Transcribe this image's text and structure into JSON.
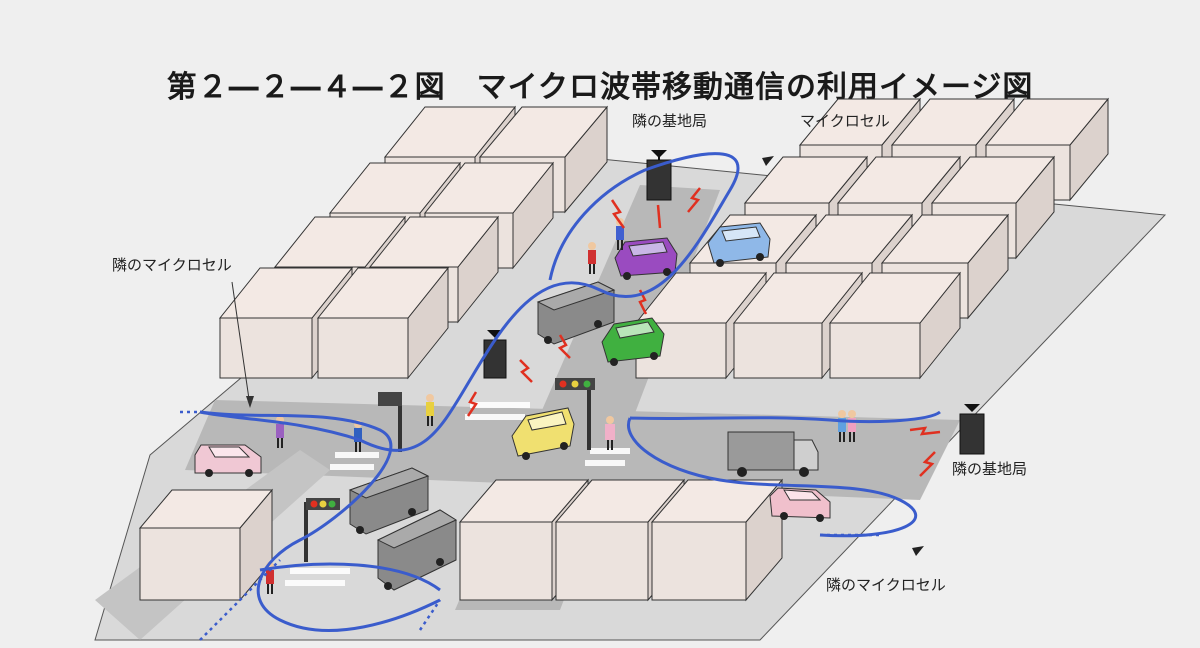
{
  "title": "第２―２―４―２図　マイクロ波帯移動通信の利用イメージ図",
  "labels": {
    "top_base_station": "隣の基地局",
    "microcell": "マイクロセル",
    "left_microcell": "隣のマイクロセル",
    "right_base_station": "隣の基地局",
    "bottom_microcell": "隣のマイクロセル"
  },
  "colors": {
    "background": "#efefef",
    "ground": "#d9d9d9",
    "road": "#b8b8b8",
    "building_top": "#f3e9e4",
    "building_front": "#ece3de",
    "building_side": "#dcd2cd",
    "cell_boundary": "#3a5ccc",
    "radio_wave": "#e03020"
  },
  "icons": [
    "base-station-icon",
    "traffic-light-icon",
    "car-icon",
    "truck-icon",
    "pedestrian-icon"
  ]
}
